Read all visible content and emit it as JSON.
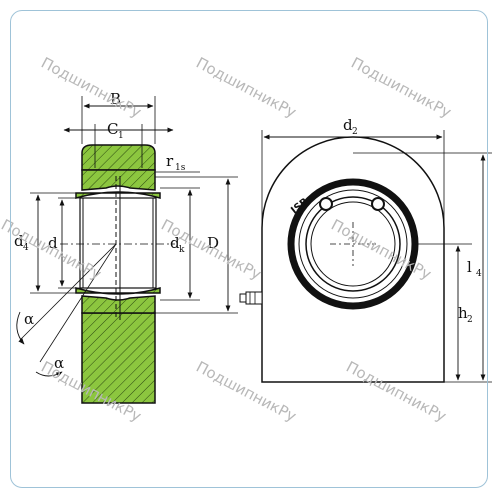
{
  "watermark": "ПодшипникРу",
  "labels": {
    "B": "B",
    "C1": "C",
    "C1_sub": "1",
    "r1s": "r",
    "r1s_sub": "1s",
    "d4": "d",
    "d4_sub": "4",
    "d": "d",
    "dk": "d",
    "dk_sub": "k",
    "D": "D",
    "alpha": "α",
    "d2": "d",
    "d2_sub": "2",
    "l4": "l",
    "l4_sub": "4",
    "h2": "h",
    "h2_sub": "2",
    "brand": "ISB"
  },
  "colors": {
    "green": "#8cc63f",
    "dark": "#111111",
    "dim": "#111111",
    "bracket": "#9fc3d8",
    "watermark": "#b8b8b8"
  }
}
